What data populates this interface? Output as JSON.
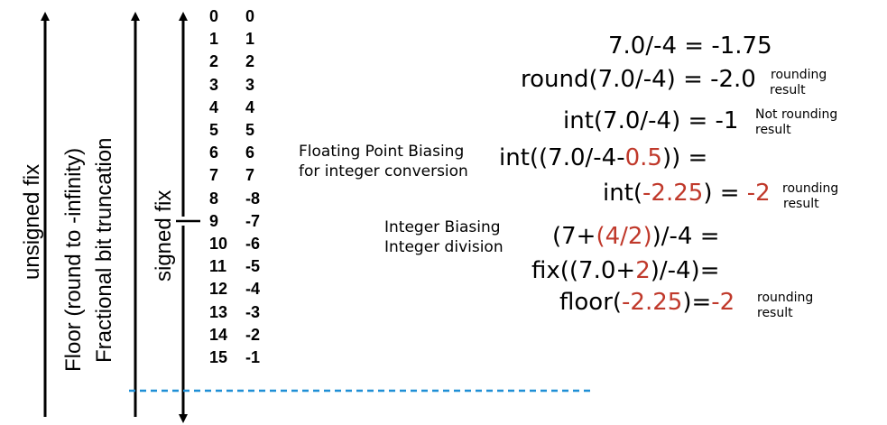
{
  "labels": {
    "unsigned": "unsigned fix",
    "floor_line1": "Floor (round to -infinity)",
    "floor_line2": "Fractional bit truncation",
    "signed": "signed fix"
  },
  "table": {
    "rows": [
      {
        "u": "0",
        "s": "0"
      },
      {
        "u": "1",
        "s": "1"
      },
      {
        "u": "2",
        "s": "2"
      },
      {
        "u": "3",
        "s": "3"
      },
      {
        "u": "4",
        "s": "4"
      },
      {
        "u": "5",
        "s": "5"
      },
      {
        "u": "6",
        "s": "6"
      },
      {
        "u": "7",
        "s": "7"
      },
      {
        "u": "8",
        "s": "-8"
      },
      {
        "u": "9",
        "s": "-7"
      },
      {
        "u": "10",
        "s": "-6"
      },
      {
        "u": "11",
        "s": "-5"
      },
      {
        "u": "12",
        "s": "-4"
      },
      {
        "u": "13",
        "s": "-3"
      },
      {
        "u": "14",
        "s": "-2"
      },
      {
        "u": "15",
        "s": "-1"
      }
    ]
  },
  "notes": {
    "float_bias_1": "Floating Point Biasing",
    "float_bias_2": "for integer conversion",
    "int_bias_1": "Integer Biasing",
    "int_bias_2": "Integer division"
  },
  "equations": {
    "e1": "7.0/-4 = -1.75",
    "e2": "round(7.0/-4) = -2.0",
    "e2_note1": "rounding",
    "e2_note2": "result",
    "e3": "int(7.0/-4) = -1",
    "e3_note1": "Not rounding",
    "e3_note2": "result",
    "e4a": "int((7.0/-4-",
    "e4b": "0.5",
    "e4c": ")) =",
    "e5a": "int(",
    "e5b": "-2.25",
    "e5c": ") = ",
    "e5d": "-2",
    "e5_note1": "rounding",
    "e5_note2": "result",
    "e6a": "(7+",
    "e6b": "(4/2)",
    "e6c": ")/-4 =",
    "e7a": "fix((7.0+",
    "e7b": "2",
    "e7c": ")/-4)=",
    "e8a": "floor(",
    "e8b": "-2.25",
    "e8c": ")=",
    "e8d": "-2",
    "e8_note1": "rounding",
    "e8_note2": "result"
  },
  "colors": {
    "accent_red": "#c0392b",
    "dashed_line": "#1f8fd6"
  }
}
